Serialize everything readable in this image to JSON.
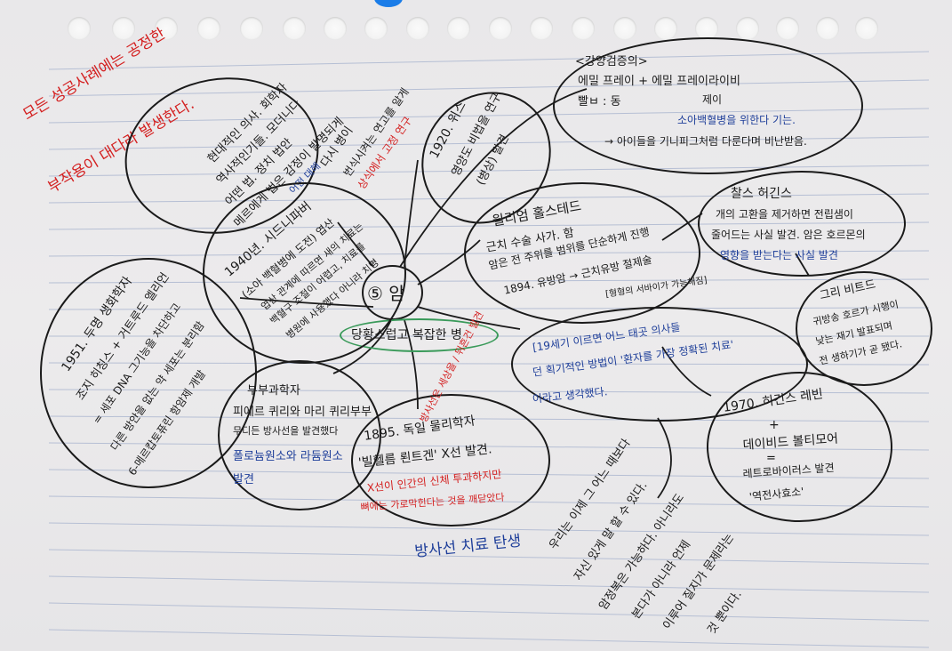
{
  "center": {
    "circle_label": "⑤ 암",
    "subtitle": "당황스럽고 복잡한 병"
  },
  "title_red": {
    "line1": "모든 성공사례에는 공정한",
    "line2": "부작용이 대다라 발생한다."
  },
  "left_top": {
    "l1": "현대적인 의사. 회학자",
    "l2": "역사적인기들. 모더니다",
    "l3": "어떤 법. 정치 법안",
    "l4": "메르에게 법은 감정이 발명되게",
    "l5": "어떤 대해"
  },
  "top_mid": {
    "l1": "다시 병이",
    "l2": "번식시켜는 연고를 알게",
    "l3": "상식에서 고정 연구"
  },
  "box_1920": {
    "l1": "1920. 위스",
    "l2": "영양도 비법을 연구",
    "l3": "(병상) 발견"
  },
  "top_right": {
    "l1": "<강양검증의>",
    "l2": "에밀 프레이 + 에밀 프레이라이비",
    "l3": "빨ㅂ : 동",
    "l4": "제이",
    "l5": "소아백혈병을 위한다 기는.",
    "l6": "→ 아이들을 기니피그처럼 다룬다며 비난받음."
  },
  "right_top": {
    "l1": "찰스 허긴스",
    "l2": "개의 고환을 제거하면 전립샘이",
    "l3": "줄어드는 사실 발견. 암은 호르몬의",
    "l4": "영향을 받는다는 사실 발견"
  },
  "right_mid": {
    "l1": "그리 비트드",
    "l2": "귀방송 호르가 시행이",
    "l3": "낮는 재기 발표되며",
    "l4": "전 생하기가 곧 됐다."
  },
  "center_right": {
    "l1": "윌리엄 홀스테드",
    "l2": "근치 수술 사가. 함",
    "l3": "암은 전 주위를 범위를 단순하게 진행",
    "l4": "1894. 유방암 → 근치유방 절제술",
    "l5": "[형형의 서바이가 가능해짐]"
  },
  "blue_1900": {
    "l1": "[19세기 이르면 어느 태곳 의사들",
    "l2": "던 획기적인 방법이 '환자를 가장 정확된 치료'",
    "l3": "이라고 생각했다."
  },
  "left_mid": {
    "l1": "1940년. 시드니파버",
    "l2": "(소아 백혈병에 도전) 엽산",
    "l3": "엽산 관계에 따르면 새의 치료는",
    "l4": "백혈구 조절이 어렵고, 치료를",
    "l5": "병원에 사용했다 아니라 치명"
  },
  "left_low": {
    "l1": "1951. 두명 생화학자",
    "l2": "조지 히칭스 + 거트루드 엘리언",
    "l3": "= 세포 DNA 그기능을 차단하고",
    "l4": "다른 방안을 없는 약 세포는 분리함",
    "l5": "6-메르캅토퓨린 항암제 개발"
  },
  "curie": {
    "l1": "부부과학자",
    "l2": "피에르 퀴리와 마리 퀴리부부",
    "l3": "무디든 방사선을 발견했다",
    "l4": "폴로늄원소와 라듐원소",
    "l5": "발견"
  },
  "roentgen": {
    "l1": "1895. 독일 물리학자",
    "l2": "'빌헬름 뢴트겐' X선 발견.",
    "l3": "X선이 인간의 신체 투과하지만",
    "l4": "뼈에는 가로막힌다는 것을 깨닫았다",
    "red_side": "방사선은 세상을 / 뒤흔건 발견",
    "bottom": "방사선 치료 탄생"
  },
  "right_low": {
    "l1": "1970. 히긴스 레빈",
    "l2": "+",
    "l3": "데이비드 볼티모어",
    "l4": "=",
    "l5": "레트로바이러스 발견",
    "l6": "'역전사효소'"
  },
  "bottom_right": {
    "l1": "우리는 이제 그 어느 때보다",
    "l2": "자신 있게 말 할 수 있다.",
    "l3": "암정복은 가능하다. 아니라도",
    "l4": "본다가 아니라 언제",
    "l5": "이루어 질지가 문제라는",
    "l6": "것 뿐이다."
  },
  "colors": {
    "ink": "#1a1a1a",
    "red": "#d42020",
    "blue": "#1f3f9a",
    "highlight": "#f6cc2c",
    "green": "#3a9a5a",
    "accent_dot": "#1a7ce8"
  }
}
